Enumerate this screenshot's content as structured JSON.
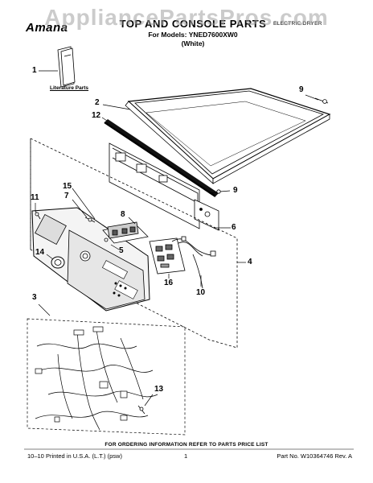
{
  "watermark": "AppliancePartsPros.com",
  "header": {
    "brand": "Amana",
    "title": "TOP AND CONSOLE PARTS",
    "models_line": "For Models: YNED7600XW0",
    "color": "(White)",
    "section_label": "ELECTRIC DRYER"
  },
  "literature_label": "Literature Parts",
  "callouts": [
    "1",
    "2",
    "12",
    "9",
    "9",
    "15",
    "7",
    "8",
    "11",
    "6",
    "4",
    "5",
    "14",
    "16",
    "10",
    "3",
    "13"
  ],
  "footer": {
    "ordering_info": "FOR ORDERING INFORMATION REFER TO PARTS PRICE LIST",
    "left": "10–10 Printed in U.S.A. (L.T.) (psw)",
    "page_number": "1",
    "part_number": "Part No. W10364746 Rev. A"
  }
}
